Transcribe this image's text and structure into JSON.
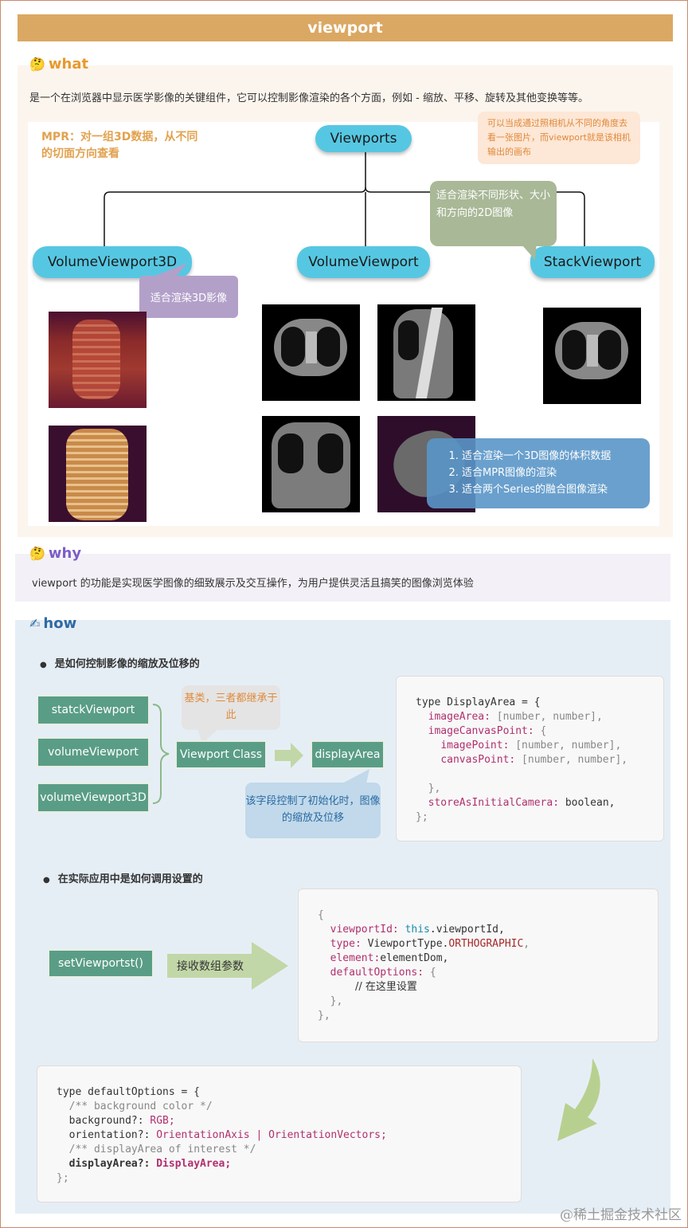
{
  "page_title": "viewport",
  "what": {
    "heading": "what",
    "description": "是一个在浏览器中显示医学影像的关键组件，它可以控制影像渲染的各个方面，例如 - 缩放、平移、旋转及其他变换等等。",
    "mpr_note": "MPR：对一组3D数据，从不同的切面方向查看",
    "camera_note": "可以当成通过照相机从不同的角度去看一张图片，而viewport就是该相机输出的画布",
    "root_node": "Viewports",
    "nodes": [
      "VolumeViewport3D",
      "VolumeViewport",
      "StackViewport"
    ],
    "stack_note": "适合渲染不同形状、大小和方向的2D图像",
    "v3d_note": "适合渲染3D影像",
    "volume_notes": [
      "适合渲染一个3D图像的体积数据",
      "适合MPR图像的渲染",
      "适合两个Series的融合图像渲染"
    ]
  },
  "why": {
    "heading": "why",
    "description": "viewport 的功能是实现医学图像的细致展示及交互操作，为用户提供灵活且搞笑的图像浏览体验"
  },
  "how": {
    "heading": "how",
    "bullet1": "是如何控制影像的缩放及位移的",
    "left_boxes": [
      "statckViewport",
      "volumeViewport",
      "volumeViewport3D"
    ],
    "base_note": "基类，三者都继承于此",
    "viewport_class": "Viewport Class",
    "display_area": "displayArea",
    "display_area_note": "该字段控制了初始化时，图像的缩放及位移",
    "bullet2": "在实际应用中是如何调用设置的",
    "set_fn": "setViewportst()",
    "arrow_label": "接收数组参数",
    "code1": {
      "l1a": "type DisplayArea = {",
      "l2k": "imageArea:",
      "l2v": " [number, number],",
      "l3k": "imageCanvasPoint:",
      "l3v": " {",
      "l4k": "imagePoint:",
      "l4v": " [number, number],",
      "l5k": "canvasPoint:",
      "l5v": " [number, number],",
      "l6": "},",
      "l7k": "storeAsInitialCamera:",
      "l7v": " boolean,",
      "l8": "};"
    },
    "code2": {
      "l1": "{",
      "l2k": "viewportId:",
      "l2t": " this",
      "l2v": ".viewportId,",
      "l3k": "type:",
      "l3v": " ViewportType.",
      "l3p": "ORTHOGRAPHIC",
      "l4k": "element:",
      "l4v": "elementDom,",
      "l5k": "defaultOptions:",
      "l5v": " {",
      "l6": "// 在这里设置",
      "l7": "},",
      "l8": "},"
    },
    "code3": {
      "l1": "type defaultOptions = {",
      "l2": "/** background color */",
      "l3k": "background?:",
      "l3v": " RGB;",
      "l4k": "orientation?:",
      "l4v": " OrientationAxis | OrientationVectors;",
      "l5": "/** displayArea of interest */",
      "l6k": "displayArea?:",
      "l6v": " DisplayArea;",
      "l7": "};"
    }
  },
  "watermark": "@稀土掘金技术社区"
}
